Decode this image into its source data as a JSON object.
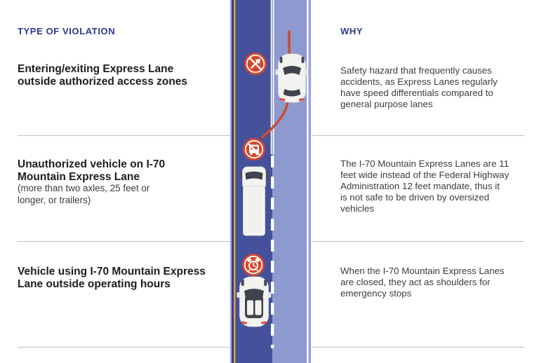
{
  "columns": {
    "violation_header": "TYPE OF VIOLATION",
    "why_header": "WHY"
  },
  "rows": [
    {
      "violation": "Entering/exiting Express Lane\noutside authorized access zones",
      "note": "",
      "why": "Safety hazard that frequently causes\naccidents, as Express Lanes regularly\nhave speed differentials compared to\ngeneral purpose lanes"
    },
    {
      "violation": "Unauthorized vehicle on I-70\nMountain Express Lane",
      "note": "(more than two axles, 25 feet or\nlonger, or trailers)",
      "why": "The I-70 Mountain Express Lanes are 11\nfeet wide instead of the Federal Highway\nAdministration 12 feet mandate, thus it\nis not safe to be driven by oversized\nvehicles"
    },
    {
      "violation": "Vehicle using I-70 Mountain Express\nLane outside operating hours",
      "note": "",
      "why": "When the I-70 Mountain Express Lanes\nare closed, they act as shoulders for\nemergency stops"
    }
  ],
  "road_illustration": {
    "lanes": [
      "express-lane",
      "general-purpose-lane"
    ],
    "signs": [
      "no-exit-arrow-sign",
      "no-trucks-sign",
      "clock-sign"
    ],
    "vehicles": [
      "car-crossing-solid-line",
      "truck-in-express-lane",
      "car-in-closed-express-lane"
    ],
    "markings": [
      "amber-edge-line",
      "double-solid-white-line",
      "dashed-white-line"
    ]
  },
  "colors": {
    "header_blue": "#2b3a91",
    "express_lane_blue": "#46519b",
    "general_lane_periwinkle": "#8e99d0",
    "edge_strip_periwinkle": "#9aa3d6",
    "edge_navy": "#2e3a7a",
    "edge_amber": "#e2a33e",
    "sign_red": "#d8452b",
    "path_red": "#c9502d",
    "divider_gray": "#c0c0c0",
    "title_text": "#1d1d1d",
    "body_text": "#3c3c3c"
  }
}
